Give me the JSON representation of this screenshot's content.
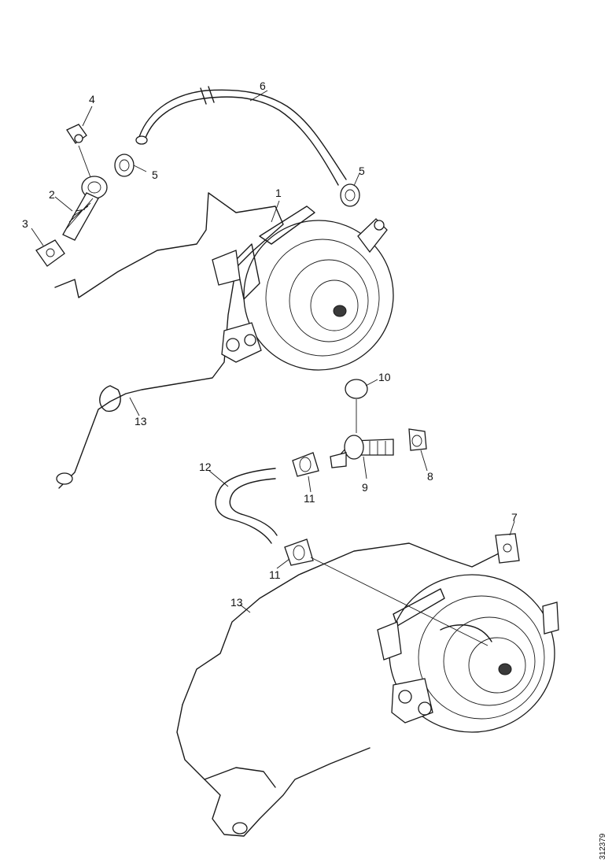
{
  "diagram": {
    "callouts": {
      "c1": "1",
      "c2": "2",
      "c3": "3",
      "c4": "4",
      "c5a": "5",
      "c5b": "5",
      "c6": "6",
      "c7": "7",
      "c8": "8",
      "c9": "9",
      "c10": "10",
      "c11a": "11",
      "c11b": "11",
      "c12": "12",
      "c13a": "13",
      "c13b": "13"
    },
    "figure_id": "312379"
  }
}
